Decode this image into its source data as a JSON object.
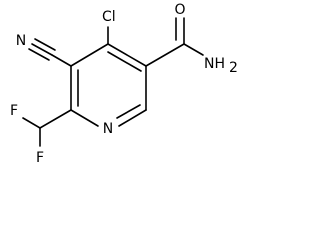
{
  "molecule": {
    "atoms": {
      "chloro": "Cl",
      "amide_oxygen": "O",
      "amide_nitrogen": "NH",
      "amide_h_subscript": "2",
      "nitrile_nitrogen": "N",
      "ring_nitrogen": "N",
      "fluoro_top": "F",
      "fluoro_bottom": "F"
    }
  }
}
